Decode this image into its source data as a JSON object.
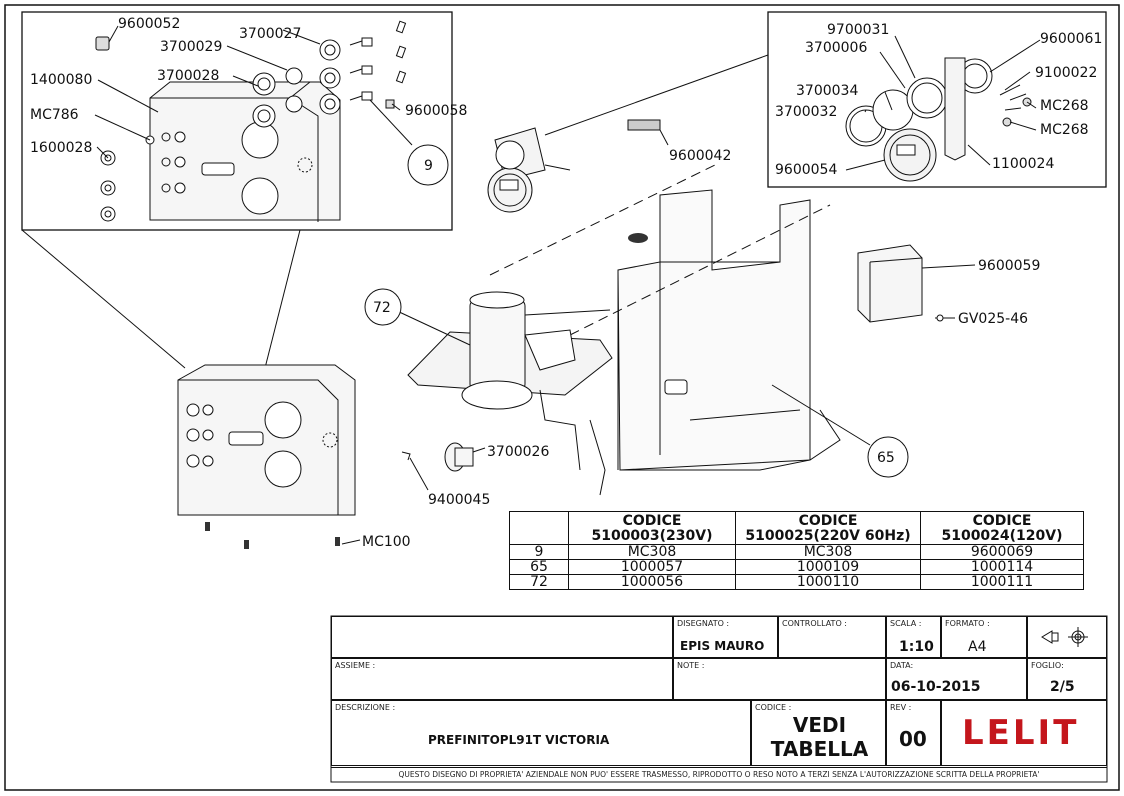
{
  "callouts": {
    "c9600052": "9600052",
    "c3700027": "3700027",
    "c3700029": "3700029",
    "c3700028": "3700028",
    "c1400080": "1400080",
    "cMC786": "MC786",
    "c1600028": "1600028",
    "c9600058": "9600058",
    "b9": "9",
    "c9700031": "9700031",
    "c3700006": "3700006",
    "c9600061": "9600061",
    "c9100022": "9100022",
    "c3700034": "3700034",
    "c3700032": "3700032",
    "cMC268a": "MC268",
    "cMC268b": "MC268",
    "c9600054": "9600054",
    "c1100024": "1100024",
    "c9600042": "9600042",
    "c9600059": "9600059",
    "cGV02546": "GV025-46",
    "b72": "72",
    "b65": "65",
    "c3700026": "3700026",
    "c9400045": "9400045",
    "cMC100": "MC100"
  },
  "code_table": {
    "col0_header": "",
    "headers": [
      {
        "line1": "CODICE",
        "line2": "5100003(230V)"
      },
      {
        "line1": "CODICE",
        "line2": "5100025(220V 60Hz)"
      },
      {
        "line1": "CODICE",
        "line2": "5100024(120V)"
      }
    ],
    "rows": [
      {
        "pos": "9",
        "c1": "MC308",
        "c2": "MC308",
        "c3": "9600069"
      },
      {
        "pos": "65",
        "c1": "1000057",
        "c2": "1000109",
        "c3": "1000114"
      },
      {
        "pos": "72",
        "c1": "1000056",
        "c2": "1000110",
        "c3": "1000111"
      }
    ]
  },
  "title_block": {
    "disegnato_label": "DISEGNATO :",
    "disegnato_value": "EPIS MAURO",
    "controllato_label": "CONTROLLATO :",
    "scala_label": "SCALA :",
    "scala_value": "1:10",
    "formato_label": "FORMATO :",
    "formato_value": "A4",
    "assieme_label": "ASSIEME :",
    "note_label": "NOTE :",
    "data_label": "DATA:",
    "data_value": "06-10-2015",
    "foglio_label": "FOGLIO:",
    "foglio_value": "2/5",
    "descrizione_label": "DESCRIZIONE :",
    "descrizione_value": "PREFINITOPL91T VICTORIA",
    "codice_label": "CODICE :",
    "codice_value_1": "VEDI",
    "codice_value_2": "TABELLA",
    "rev_label": "REV :",
    "rev_value": "00",
    "logo_text": "LELIT",
    "footer": "QUESTO DISEGNO DI PROPRIETA' AZIENDALE NON PUO' ESSERE TRASMESSO, RIPRODOTTO O RESO NOTO A TERZI SENZA L'AUTORIZZAZIONE SCRITTA DELLA PROPRIETA'"
  },
  "colors": {
    "line": "#111111",
    "logo": "#c4161c",
    "fill": "#f2f2f2"
  }
}
